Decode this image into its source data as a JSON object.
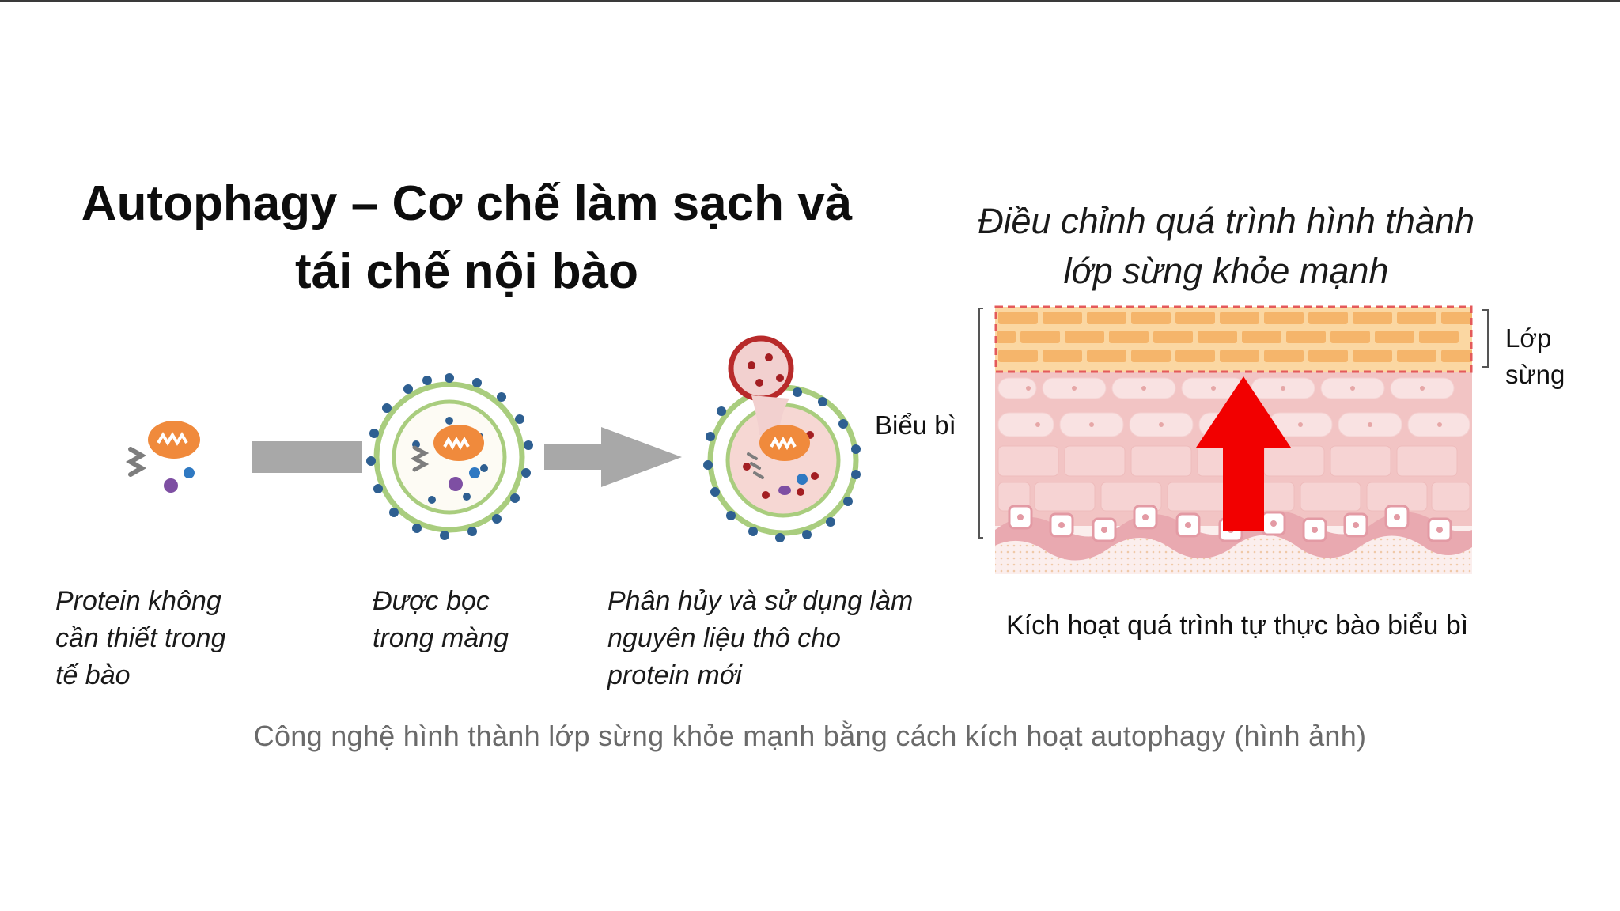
{
  "title": {
    "line1": "Autophagy – Cơ chế làm sạch và",
    "line2": "tái chế nội bào"
  },
  "subtitle": {
    "line1": "Điều chỉnh quá trình hình thành",
    "line2": "lớp sừng khỏe mạnh"
  },
  "steps": [
    {
      "lines": [
        "Protein không",
        "cần thiết trong",
        "tế bào"
      ]
    },
    {
      "lines": [
        "Được bọc",
        "trong màng"
      ]
    },
    {
      "lines": [
        "Phân hủy và sử dụng làm",
        "nguyên liệu thô cho",
        "protein mới"
      ]
    }
  ],
  "skin": {
    "epidermis_label": "Biểu bì",
    "stratum_label_line1": "Lớp",
    "stratum_label_line2": "sừng",
    "caption": "Kích hoạt quá trình tự thực bào biểu bì"
  },
  "footer": "Công nghệ hình thành lớp sừng khỏe mạnh bằng cách kích hoạt autophagy (hình ảnh)",
  "colors": {
    "mitochondria": "#f08a3c",
    "membrane": "#a9cd7e",
    "membrane_dots": "#2e5f91",
    "arrow_gray": "#a8a8a8",
    "brick": "#f5b56b",
    "skin_pink": "#f2c4c4",
    "red_arrow": "#f20000"
  }
}
